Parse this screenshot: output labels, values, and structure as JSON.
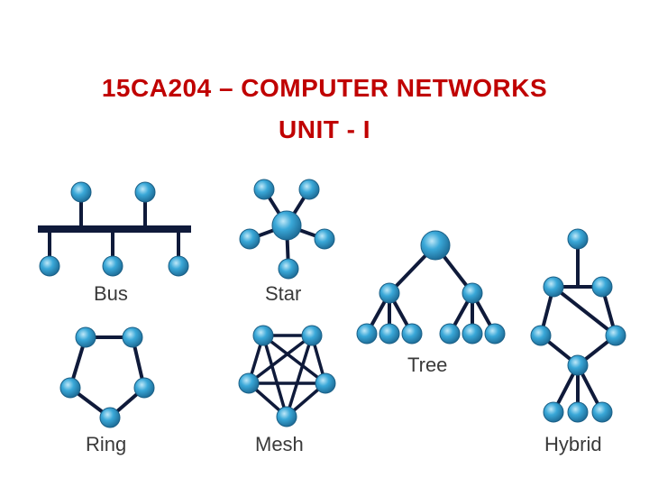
{
  "title": {
    "line1": "15CA204 – COMPUTER NETWORKS",
    "line2": "UNIT - I"
  },
  "topologies": {
    "bus": "Bus",
    "star": "Star",
    "tree": "Tree",
    "ring": "Ring",
    "mesh": "Mesh",
    "hybrid": "Hybrid"
  },
  "colors": {
    "title": "#c00000",
    "node": "#2f9fd0",
    "line": "#0f1a3a"
  }
}
